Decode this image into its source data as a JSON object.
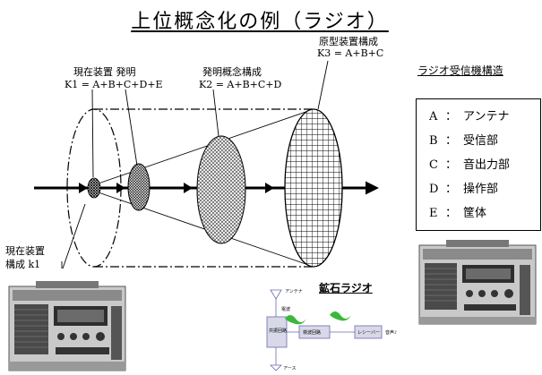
{
  "title": "上位概念化の例（ラジオ）",
  "labels": {
    "present_invention_title": "現在装置 発明",
    "k1": "K1 = A+B+C+D+E",
    "invention_concept_title": "発明概念構成",
    "k2": "K2 = A+B+C+D",
    "prototype_title": "原型装置構成",
    "k3": "K3 = A+B+C",
    "present_device_line1": "現在装置",
    "present_device_line2": "構成 k1"
  },
  "legend": {
    "title": "ラジオ受信機構造",
    "items": [
      {
        "key": "A",
        "colon": "：",
        "label": "アンテナ"
      },
      {
        "key": "B",
        "colon": "：",
        "label": "受信部"
      },
      {
        "key": "C",
        "colon": "：",
        "label": "音出力部"
      },
      {
        "key": "D",
        "colon": "：",
        "label": "操作部"
      },
      {
        "key": "E",
        "colon": "：",
        "label": "筐体"
      }
    ]
  },
  "crystal_radio": {
    "title": "鉱石ラジオ",
    "antenna": "アンテナ",
    "tuning": "電波",
    "resonance": "共振回路",
    "detector": "検波回路",
    "receiver": "レシーバー",
    "sound": "音声♪",
    "earth": "アース"
  },
  "colors": {
    "ink": "#000000",
    "radio_body": "#c9c9c9",
    "radio_dark": "#3a3a3a",
    "crystal_box": "#d8d8e8",
    "crystal_wave": "#3bb83b",
    "crystal_line": "#6a6ab0"
  }
}
